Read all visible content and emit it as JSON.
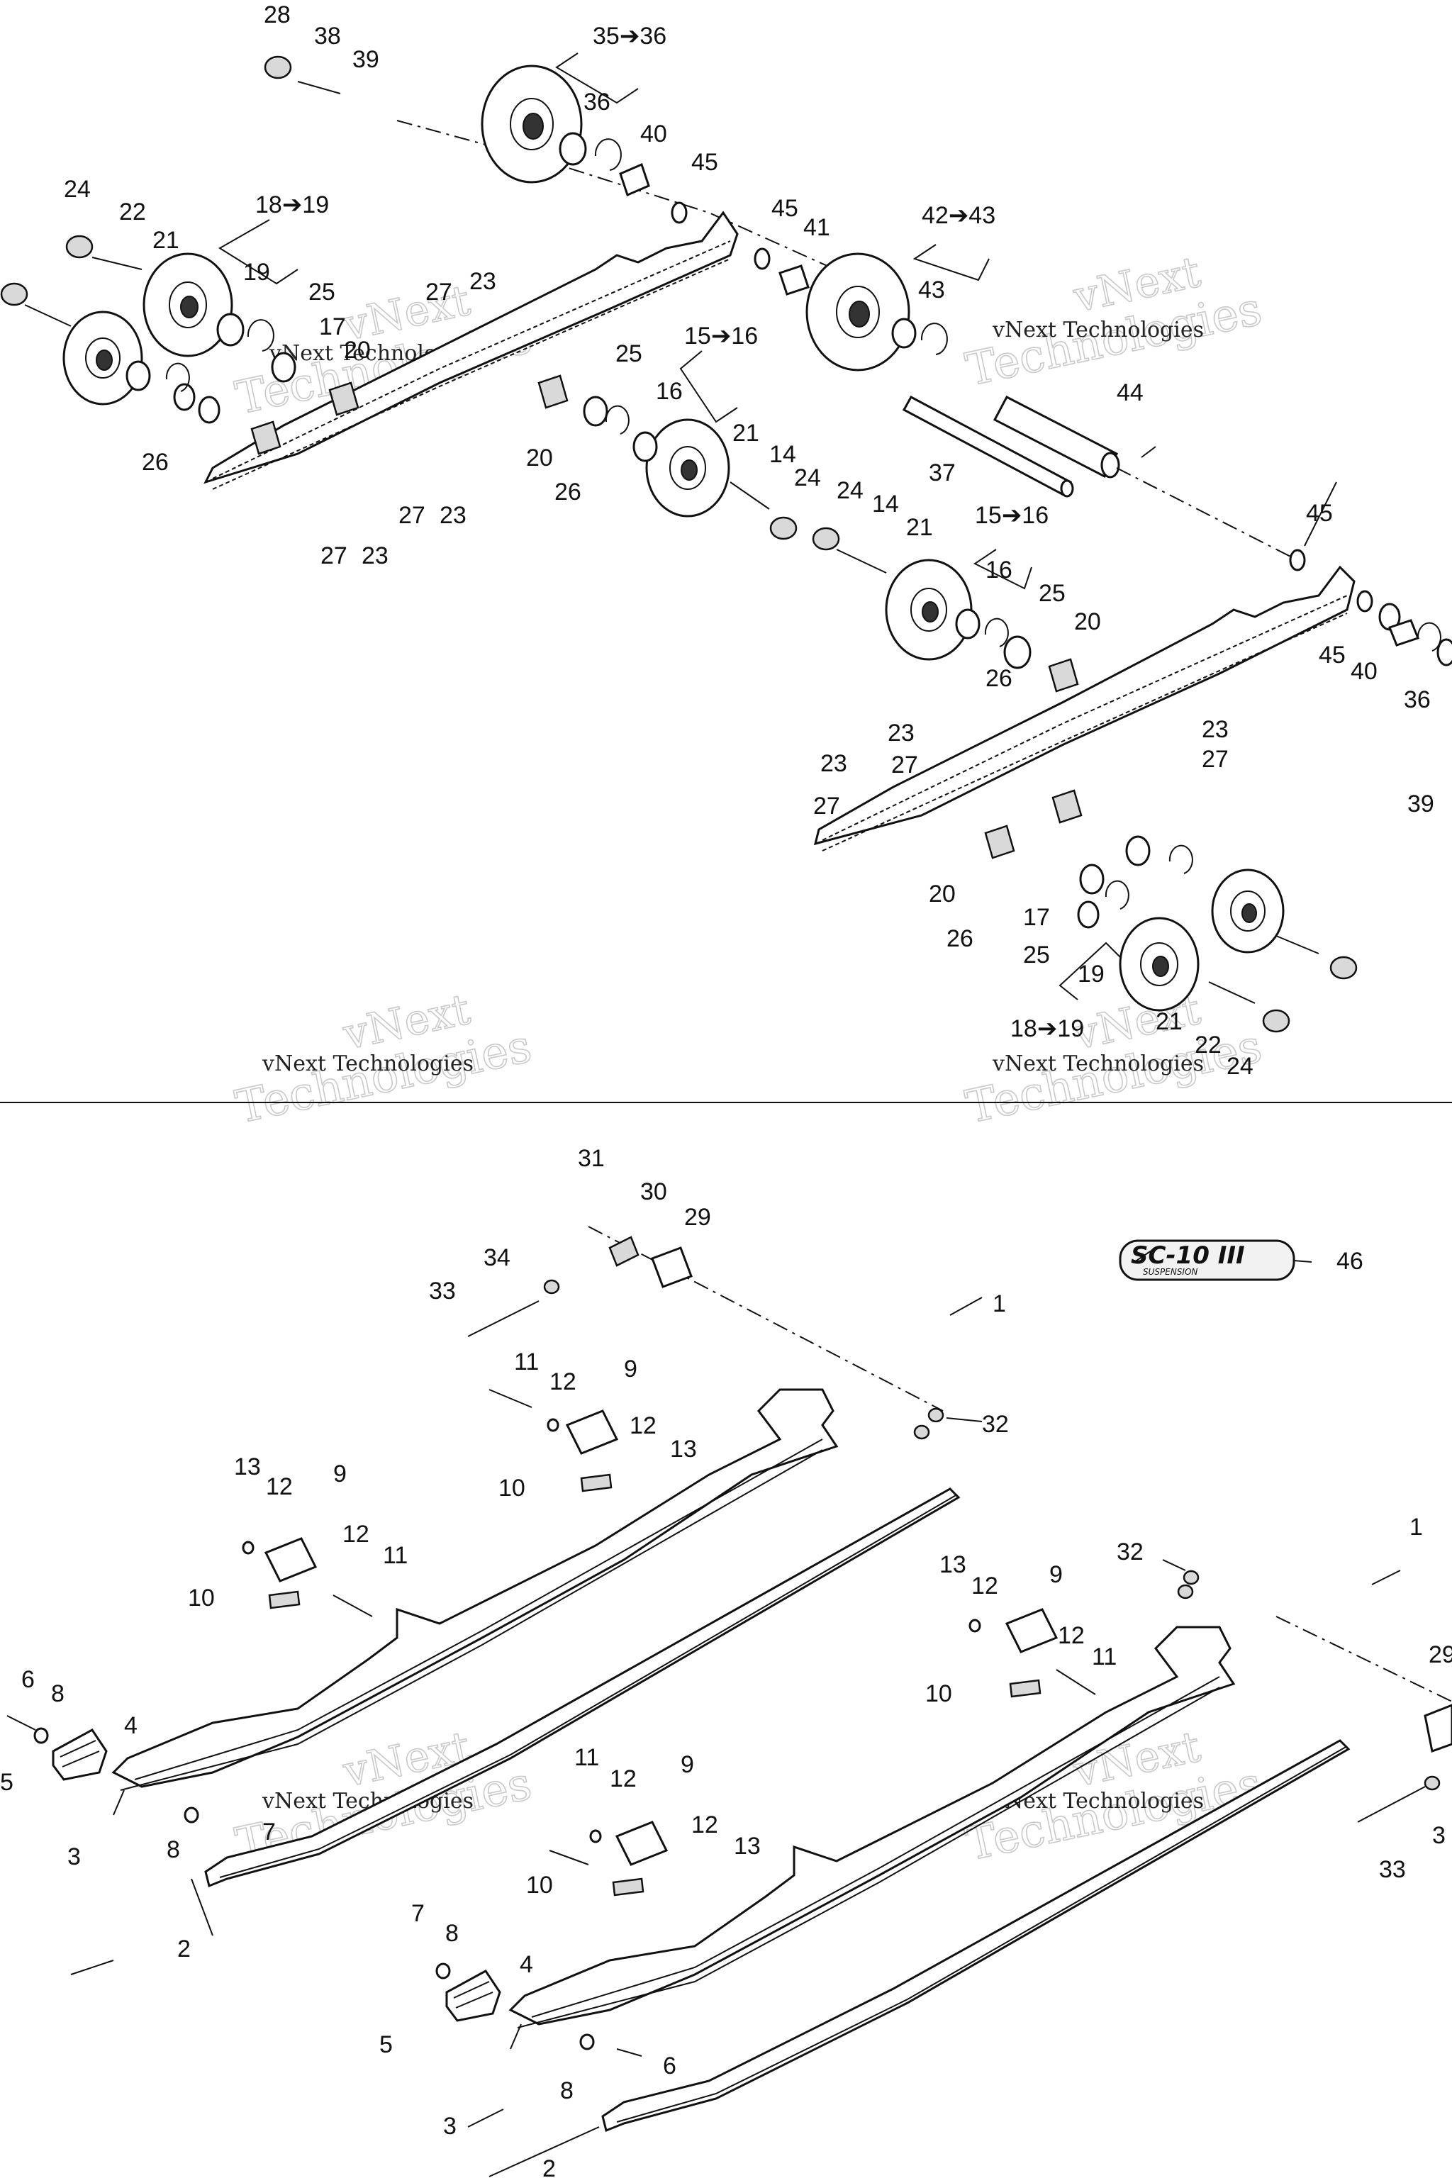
{
  "watermark": {
    "line1": "vNext",
    "line2": "Technologies",
    "small": "vNext Technologies"
  },
  "logo": {
    "text": "SC-10 III",
    "sub": "SUSPENSION"
  },
  "top_labels": {
    "l28": "28",
    "l38": "38",
    "l39": "39",
    "l35_36": "35➔36",
    "l36": "36",
    "l40": "40",
    "l45a": "45",
    "l24a": "24",
    "l22a": "22",
    "l21a": "21",
    "l18_19a": "18➔19",
    "l19a": "19",
    "l25a": "25",
    "l17a": "17",
    "l20a": "20",
    "l27a": "27",
    "l23a": "23",
    "l26a": "26",
    "l20b": "20",
    "l26b": "26",
    "l27b": "27",
    "l23b": "23",
    "l27c": "27",
    "l23c": "23",
    "l45b": "45",
    "l41": "41",
    "l42_43": "42➔43",
    "l43": "43",
    "l15_16a": "15➔16",
    "l25b": "25",
    "l16a": "16",
    "l21b": "21",
    "l14a": "14",
    "l24b": "24",
    "l44": "44",
    "l37": "37",
    "l24c": "24",
    "l14b": "14",
    "l21c": "21",
    "l15_16b": "15➔16",
    "l16b": "16",
    "l25c": "25",
    "l20c": "20",
    "l26c": "26",
    "l45c": "45",
    "l45d": "45",
    "l40b": "40",
    "l36b": "36",
    "l23d": "23",
    "l27d": "27",
    "l23e": "23",
    "l27e": "27",
    "l23f": "23",
    "l27f": "27",
    "l39b": "39",
    "l20d": "20",
    "l26d": "26",
    "l17b": "17",
    "l25d": "25",
    "l19b": "19",
    "l18_19b": "18➔19",
    "l21d": "21",
    "l22b": "22",
    "l24d": "24"
  },
  "bottom_labels": {
    "l31": "31",
    "l30": "30",
    "l29": "29",
    "l34": "34",
    "l33": "33",
    "l1a": "1",
    "l11a": "11",
    "l12a": "12",
    "l9a": "9",
    "l12b": "12",
    "l13a": "13",
    "l10a": "10",
    "l32a": "32",
    "l46": "46",
    "l13b": "13",
    "l12c": "12",
    "l9b": "9",
    "l12d": "12",
    "l11b": "11",
    "l10b": "10",
    "l6a": "6",
    "l8a": "8",
    "l4a": "4",
    "l5a": "5",
    "l3a": "3",
    "l8b": "8",
    "l7a": "7",
    "l2a": "2",
    "l1b": "1",
    "l32b": "32",
    "l13c": "13",
    "l12e": "12",
    "l9c": "9",
    "l12f": "12",
    "l11c": "11",
    "l10c": "10",
    "l29b": "29",
    "l3b": "3",
    "l33b": "33",
    "l11d": "11",
    "l12g": "12",
    "l9d": "9",
    "l12h": "12",
    "l13d": "13",
    "l10d": "10",
    "l7b": "7",
    "l8c": "8",
    "l4b": "4",
    "l5b": "5",
    "l6b": "6",
    "l8d": "8",
    "l3c": "3",
    "l2b": "2"
  }
}
